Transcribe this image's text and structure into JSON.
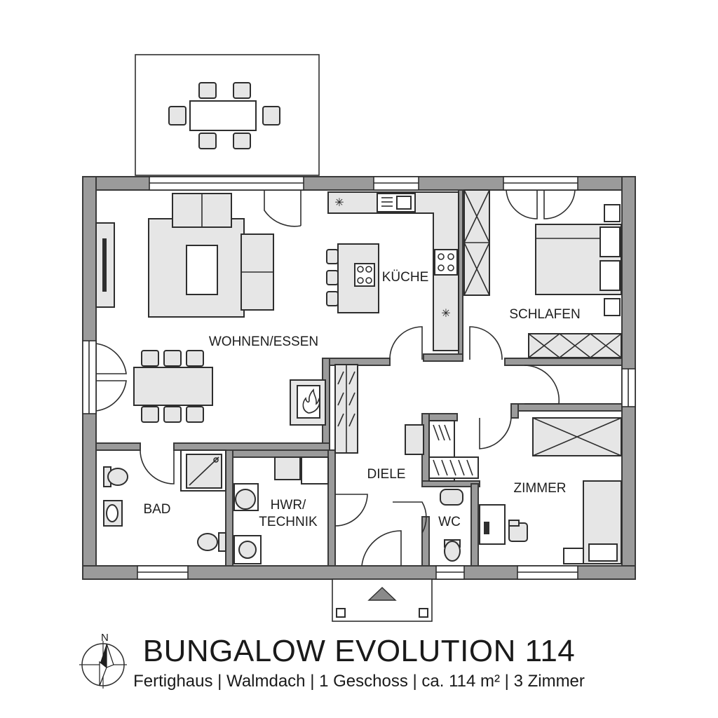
{
  "rooms": {
    "living": "WOHNEN/ESSEN",
    "kitchen": "KÜCHE",
    "bedroom": "SCHLAFEN",
    "hall": "DIELE",
    "bath": "BAD",
    "utility_line1": "HWR/",
    "utility_line2": "TECHNIK",
    "wc": "WC",
    "room": "ZIMMER"
  },
  "title": "BUNGALOW EVOLUTION 114",
  "subtitle": "Fertighaus | Walmdach | 1 Geschoss | ca. 114 m² | 3 Zimmer",
  "compass": {
    "north_label": "N"
  },
  "icons": {
    "fireplace": "flame-icon",
    "compass": "compass-rose-icon",
    "entrance": "entrance-triangle-icon"
  }
}
